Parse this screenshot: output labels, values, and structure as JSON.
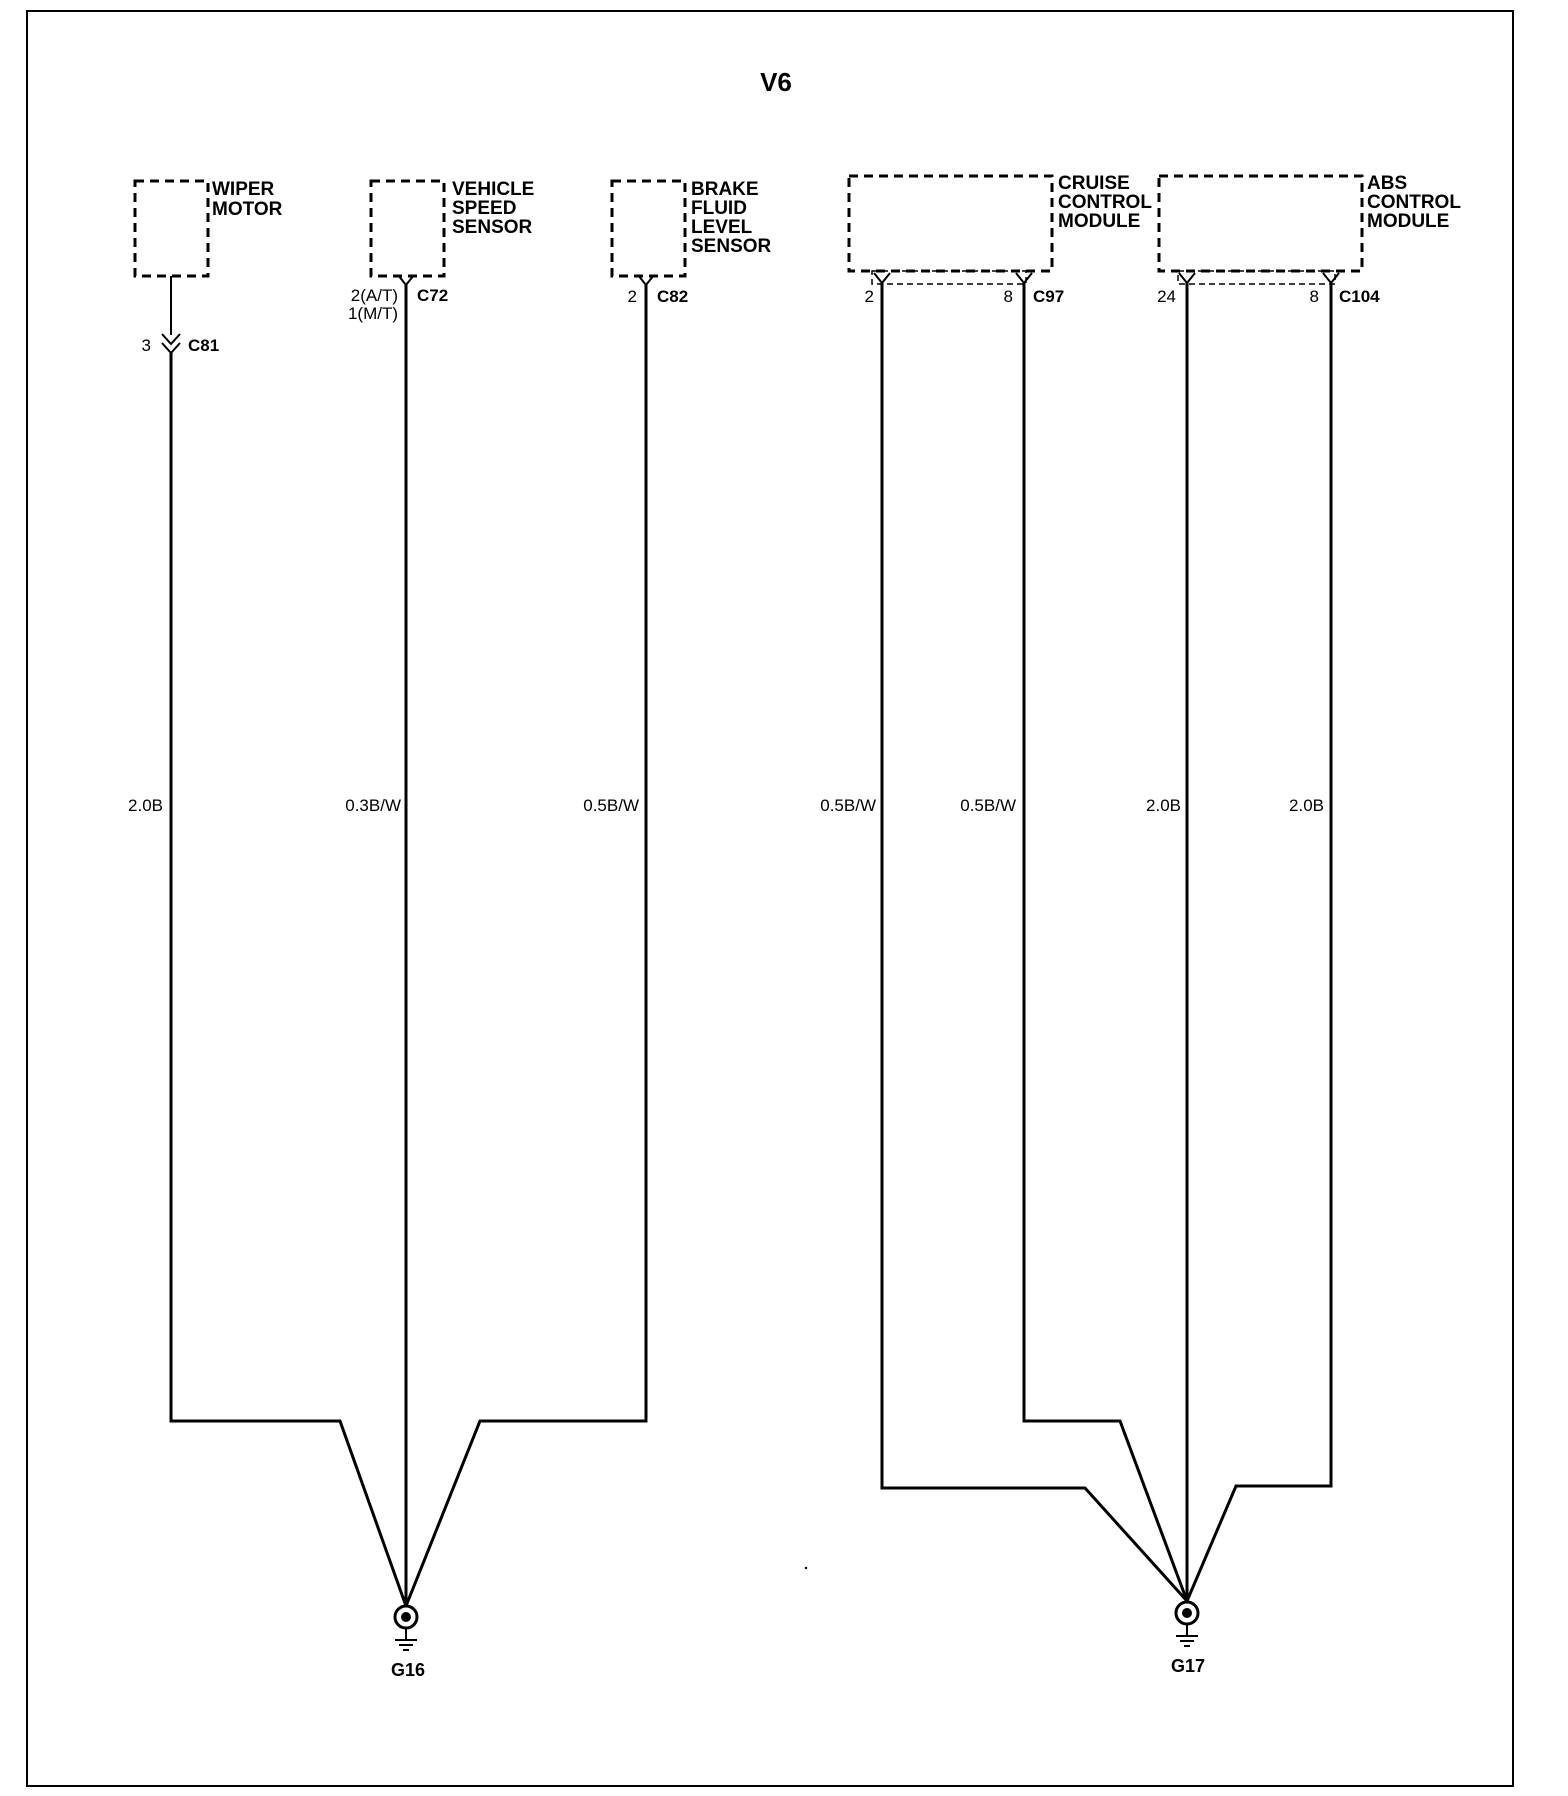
{
  "title": "V6",
  "components": {
    "wiper_motor": [
      "WIPER",
      "MOTOR"
    ],
    "vehicle_speed_sensor": [
      "VEHICLE",
      "SPEED",
      "SENSOR"
    ],
    "brake_fluid_level_sensor": [
      "BRAKE",
      "FLUID",
      "LEVEL",
      "SENSOR"
    ],
    "cruise_control_module": [
      "CRUISE",
      "CONTROL",
      "MODULE"
    ],
    "abs_control_module": [
      "ABS",
      "CONTROL",
      "MODULE"
    ]
  },
  "connectors": {
    "c81": {
      "name": "C81",
      "pin": "3"
    },
    "c72": {
      "name": "C72",
      "pin_line1": "2(A/T)",
      "pin_line2": "1(M/T)"
    },
    "c82": {
      "name": "C82",
      "pin": "2"
    },
    "c97": {
      "name": "C97",
      "pin_left": "2",
      "pin_right": "8"
    },
    "c104": {
      "name": "C104",
      "pin_left": "24",
      "pin_right": "8"
    }
  },
  "wires": {
    "wiper": "2.0B",
    "vss": "0.3B/W",
    "brake": "0.5B/W",
    "cruise_2": "0.5B/W",
    "cruise_8": "0.5B/W",
    "abs_24": "2.0B",
    "abs_8": "2.0B"
  },
  "grounds": {
    "g16": "G16",
    "g17": "G17"
  }
}
